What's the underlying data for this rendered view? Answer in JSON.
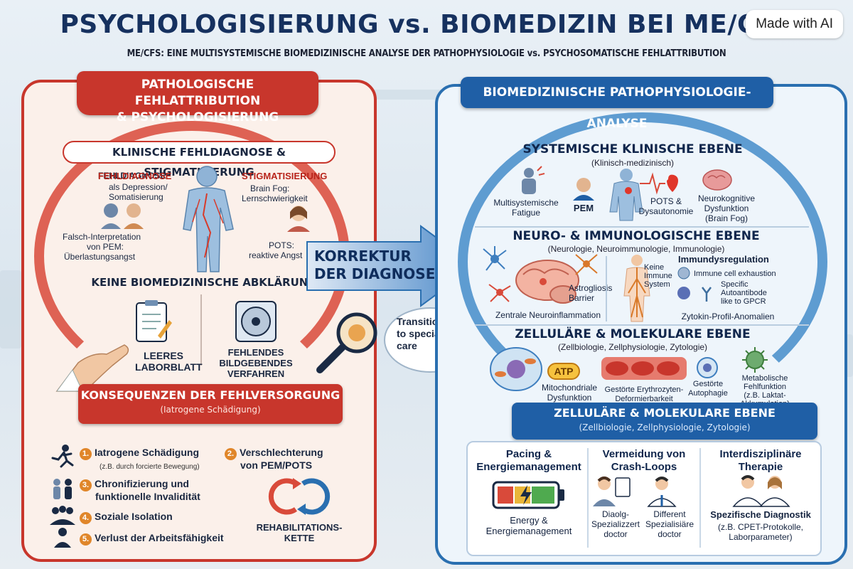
{
  "title": "PSYCHOLOGISIERUNG vs. BIOMEDIZIN BEI ME/CFS",
  "badge": "Made with AI",
  "subtitle": "ME/CFS: EINE MULTISYSTEMISCHE BIOMEDIZINISCHE ANALYSE DER PATHOPHYSIOLOGIE vs. PSYCHOSOMATISCHE FEHLATTRIBUTION",
  "left": {
    "header_line1": "PATHOLOGISCHE FEHLATTRIBUTION",
    "header_line2": "& PSYCHOLOGISIERUNG",
    "fehldiagnose_box": "KLINISCHE FEHLDIAGNOSE & STIGMATISIERUNG",
    "fehldiagnose_title": "FEHLDIAGNOSE",
    "fehldiagnose_text1": "als Depression/",
    "fehldiagnose_text2": "Somatisierung",
    "stigma_title": "STIGMATISIERUNG",
    "brainfog1": "Brain Fog:",
    "brainfog2": "Lernschwierigkeit",
    "falsch1": "Falsch-Interpretation",
    "falsch2": "von PEM:",
    "falsch3": "Überlastungsangst",
    "pots1": "POTS:",
    "pots2": "reaktive Angst",
    "keine_title": "KEINE BIOMEDIZINISCHE ABKLÄRUNG",
    "leeres1": "LEERES",
    "leeres2": "LABORBLATT",
    "fehlendes1": "FEHLENDES",
    "fehlendes2": "BILDGEBENDES",
    "fehlendes3": "VERFAHREN",
    "cons_title": "KONSEQUENZEN DER FEHLVERSORGUNG",
    "cons_sub": "(Iatrogene Schädigung)",
    "items": [
      {
        "n": "1.",
        "text": "Iatrogene Schädigung",
        "small": "(z.B. durch forcierte Bewegung)"
      },
      {
        "n": "2.",
        "text1": "Verschlechterung",
        "text2": "von PEM/POTS"
      },
      {
        "n": "3.",
        "text1": "Chronifizierung und",
        "text2": "funktionelle Invalidität"
      },
      {
        "n": "4.",
        "text": "Soziale Isolation"
      },
      {
        "n": "5.",
        "text": "Verlust der Arbeitsfähigkeit"
      }
    ],
    "reha1": "REHABILITATIONS-",
    "reha2": "KETTE"
  },
  "middle": {
    "arrow1": "KORREKTUR",
    "arrow2": "DER DIAGNOSE",
    "transition1": "Transition",
    "transition2": "to specialized",
    "transition3": "care"
  },
  "right": {
    "header": "BIOMEDIZINISCHE PATHOPHYSIOLOGIE-ANALYSE",
    "sys_title": "SYSTEMISCHE KLINISCHE EBENE",
    "sys_sub": "(Klinisch-medizinisch)",
    "fatigue1": "Multisystemische",
    "fatigue2": "Fatigue",
    "pem": "PEM",
    "pots1": "POTS &",
    "pots2": "Dysautonomie",
    "neuro1": "Neurokognitive",
    "neuro2": "Dysfunktion",
    "neuro3": "(Brain Fog)",
    "neuroimm_title": "NEURO- & IMMUNOLOGISCHE EBENE",
    "neuroimm_sub": "(Neurologie, Neuroimmunologie, Immunologie)",
    "astro1": "Astrogliosis",
    "astro2": "Barrier",
    "zentral": "Zentrale Neuroinflammation",
    "keine1": "Keine",
    "keine2": "Immune",
    "keine3": "System",
    "immundys": "Immundysregulation",
    "exhaustion": "Immune cell exhaustion",
    "auto1": "Specific",
    "auto2": "Autoantibode",
    "auto3": "like to GPCR",
    "zytokin": "Zytokin-Profil-Anomalien",
    "cell_title": "ZELLULÄRE & MOLEKULARE EBENE",
    "cell_sub": "(Zellbiologie, Zellphysiologie, Zytologie)",
    "atp": "ATP",
    "mito1": "Mitochondriale",
    "mito2": "Dysfunktion",
    "ery1": "Gestörte Erythrozyten-",
    "ery2": "Deformierbarkeit",
    "auto_phag1": "Gestörte",
    "auto_phag2": "Autophagie",
    "meta1": "Metabolische",
    "meta2": "Fehlfunktion",
    "meta3": "(z.B. Laktat-",
    "meta4": "Akkumulation)",
    "ribbon2_title": "ZELLULÄRE & MOLEKULARE EBENE",
    "ribbon2_sub": "(Zellbiologie, Zellphysiologie, Zytologie)",
    "col1_h1": "Pacing &",
    "col1_h2": "Energiemanagement",
    "col1_t1": "Energy &",
    "col1_t2": "Energiemanagement",
    "col2_h1": "Vermeidung von",
    "col2_h2": "Crash-Loops",
    "col2_t1a": "Diaolg-",
    "col2_t1b": "Spezializzert",
    "col2_t1c": "doctor",
    "col2_t2a": "Different",
    "col2_t2b": "Spezialisiäre",
    "col2_t2c": "doctor",
    "col3_h1": "Interdisziplinäre",
    "col3_h2": "Therapie",
    "col3_t0": "Spezifische Diagnostik",
    "col3_t1": "(z.B. CPET-Protokolle,",
    "col3_t2": "Laborparameter)"
  },
  "colors": {
    "red": "#c8362c",
    "blue": "#1f5fa6",
    "navy": "#16315f",
    "orange": "#e0862a"
  }
}
